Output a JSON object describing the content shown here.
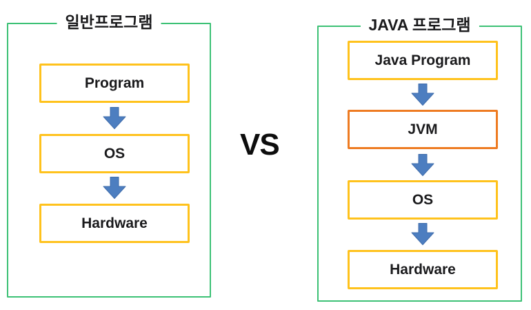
{
  "diagram": {
    "vs_label": "VS",
    "left_panel": {
      "title": "일반프로그램",
      "boxes": [
        {
          "label": "Program",
          "variant": "yellow"
        },
        {
          "label": "OS",
          "variant": "yellow"
        },
        {
          "label": "Hardware",
          "variant": "yellow"
        }
      ]
    },
    "right_panel": {
      "title": "JAVA 프로그램",
      "boxes": [
        {
          "label": "Java Program",
          "variant": "yellow"
        },
        {
          "label": "JVM",
          "variant": "orange"
        },
        {
          "label": "OS",
          "variant": "yellow"
        },
        {
          "label": "Hardware",
          "variant": "yellow"
        }
      ]
    },
    "colors": {
      "panel_border": "#3cc175",
      "box_border_yellow": "#ffc21c",
      "box_border_orange": "#ee7b22",
      "arrow_blue": "#4d7ec0",
      "text": "#1a1a1c"
    }
  }
}
